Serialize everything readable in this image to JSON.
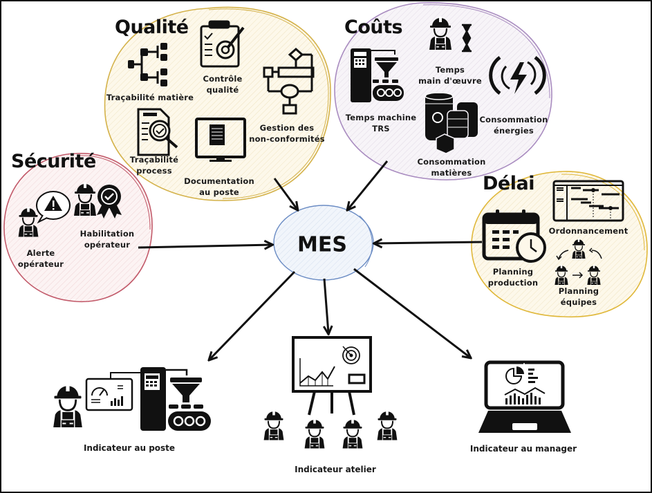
{
  "center": {
    "label": "MES",
    "color": "#6b8cc4",
    "fill": "#eef3fb"
  },
  "groups": {
    "qualite": {
      "title": "Qualité",
      "color": "#d4b24a",
      "fill": "#fdf8ea",
      "items": [
        {
          "label_line1": "Traçabilité matière",
          "label_line2": "",
          "icon": "hierarchy-tree-icon"
        },
        {
          "label_line1": "Contrôle",
          "label_line2": "qualité",
          "icon": "clipboard-gear-icon"
        },
        {
          "label_line1": "Gestion des",
          "label_line2": "non-conformités",
          "icon": "flowchart-icon"
        },
        {
          "label_line1": "Traçabilité",
          "label_line2": "process",
          "icon": "document-magnifier-icon"
        },
        {
          "label_line1": "Documentation",
          "label_line2": "au poste",
          "icon": "monitor-document-icon"
        }
      ]
    },
    "couts": {
      "title": "Coûts",
      "color": "#a98cc0",
      "fill": "#f6f3f8",
      "items": [
        {
          "label_line1": "Temps machine",
          "label_line2": "TRS",
          "icon": "machine-conveyor-icon"
        },
        {
          "label_line1": "Temps",
          "label_line2": "main d'œuvre",
          "icon": "worker-hourglass-icon"
        },
        {
          "label_line1": "Consommation",
          "label_line2": "énergies",
          "icon": "energy-bolt-icon"
        },
        {
          "label_line1": "Consommation",
          "label_line2": "matières",
          "icon": "barrels-box-icon"
        }
      ]
    },
    "securite": {
      "title": "Sécurité",
      "color": "#c25a6a",
      "fill": "#fcf0f0",
      "items": [
        {
          "label_line1": "Alerte",
          "label_line2": "opérateur",
          "icon": "worker-alert-icon"
        },
        {
          "label_line1": "Habilitation",
          "label_line2": "opérateur",
          "icon": "worker-certified-icon"
        }
      ]
    },
    "delai": {
      "title": "Délai",
      "color": "#e0b83a",
      "fill": "#fdf8ea",
      "items": [
        {
          "label_line1": "Ordonnancement",
          "label_line2": "",
          "icon": "gantt-chart-icon"
        },
        {
          "label_line1": "Planning",
          "label_line2": "production",
          "icon": "calendar-clock-icon"
        },
        {
          "label_line1": "Planning",
          "label_line2": "équipes",
          "icon": "team-rotation-icon"
        }
      ]
    }
  },
  "outputs": [
    {
      "label": "Indicateur au poste",
      "icon": "workstation-dashboard-icon"
    },
    {
      "label": "Indicateur atelier",
      "icon": "team-board-icon"
    },
    {
      "label": "Indicateur au manager",
      "icon": "laptop-analytics-icon"
    }
  ]
}
